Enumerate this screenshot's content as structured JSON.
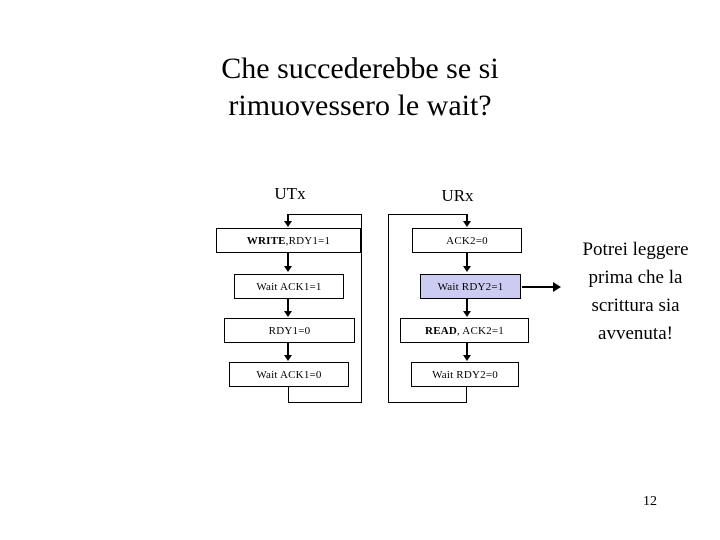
{
  "slide": {
    "title": "Che succederebbe se si\nrimuovessero le wait?",
    "page_number": "12"
  },
  "diagram": {
    "columns": [
      {
        "header": "UTx",
        "loop_side": "right",
        "boxes": [
          {
            "prefix": "WRITE",
            "rest": ",RDY1=1",
            "full": "WRITE,RDY1=1",
            "bold_prefix": true,
            "highlight": false
          },
          {
            "prefix": "",
            "rest": "Wait ACK1=1",
            "full": "Wait ACK1=1",
            "bold_prefix": false,
            "highlight": false
          },
          {
            "prefix": "",
            "rest": "RDY1=0",
            "full": "RDY1=0",
            "bold_prefix": false,
            "highlight": false
          },
          {
            "prefix": "",
            "rest": "Wait ACK1=0",
            "full": "Wait ACK1=0",
            "bold_prefix": false,
            "highlight": false
          }
        ]
      },
      {
        "header": "URx",
        "loop_side": "left",
        "boxes": [
          {
            "prefix": "",
            "rest": "ACK2=0",
            "full": "ACK2=0",
            "bold_prefix": false,
            "highlight": false
          },
          {
            "prefix": "",
            "rest": "Wait RDY2=1",
            "full": "Wait RDY2=1",
            "bold_prefix": false,
            "highlight": true
          },
          {
            "prefix": "READ",
            "rest": ", ACK2=1",
            "full": "READ, ACK2=1",
            "bold_prefix": true,
            "highlight": false
          },
          {
            "prefix": "",
            "rest": "Wait RDY2=0",
            "full": "Wait RDY2=0",
            "bold_prefix": false,
            "highlight": false
          }
        ]
      }
    ],
    "annotation": "Potrei leggere\nprima che la\nscrittura sia\navvenuta!"
  },
  "colors": {
    "highlight_fill": "#ccccf2",
    "stroke": "#000000",
    "background": "#ffffff"
  }
}
